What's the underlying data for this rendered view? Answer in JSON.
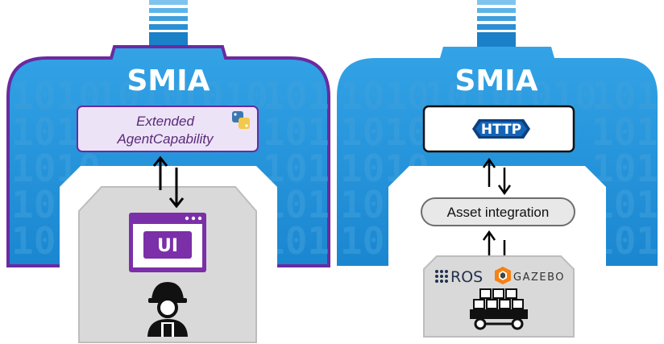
{
  "left_panel": {
    "title": "SMIA",
    "capability_line1": "Extended",
    "capability_line2": "AgentCapability",
    "ui_label": "UI",
    "icons": [
      "python-icon",
      "ui-window-icon",
      "operator-icon",
      "bidirectional-arrows-icon"
    ]
  },
  "right_panel": {
    "title": "SMIA",
    "protocol_label": "HTTP",
    "integration_label": "Asset integration",
    "ros_label": "ROS",
    "gazebo_label": "GAZEBO",
    "icons": [
      "ros-dots-icon",
      "gazebo-icon",
      "robot-cart-icon",
      "bidirectional-arrows-icon"
    ]
  },
  "binary_pattern": "1010",
  "colors": {
    "smia_blue": "#1e8fd6",
    "smia_light": "#4fb0ea",
    "left_outline": "#6a2aa0",
    "capability_fill": "#ece3f6",
    "ui_purple": "#7b2fa8",
    "http_blue": "#1565b7",
    "asset_box": "#d9d9d9"
  }
}
